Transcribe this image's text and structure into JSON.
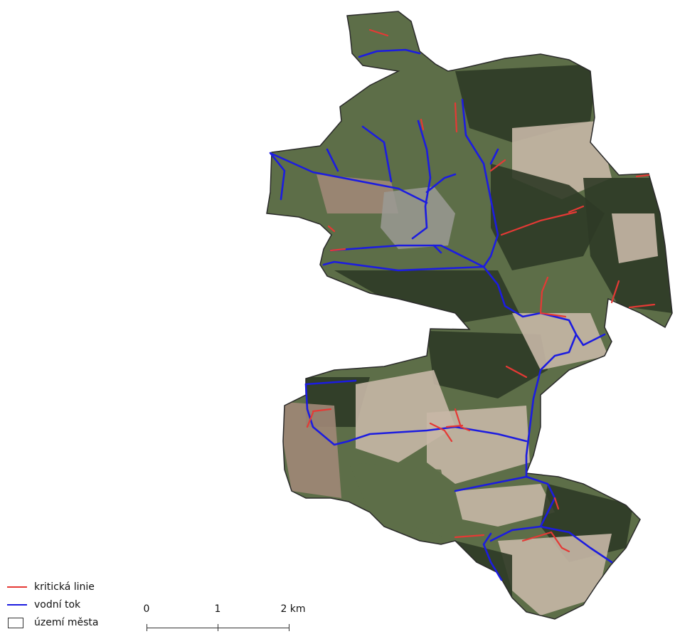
{
  "legend": {
    "items": [
      {
        "label": "kritická linie",
        "color": "#e53935",
        "symbol": "line"
      },
      {
        "label": "vodní tok",
        "color": "#1c1ce0",
        "symbol": "line"
      },
      {
        "label": "území města",
        "color": "#333333",
        "symbol": "box"
      }
    ]
  },
  "scalebar": {
    "labels": [
      "0",
      "1",
      "2 km"
    ]
  },
  "colors": {
    "forest": "#2e3a26",
    "meadow": "#5d6e48",
    "field_light": "#c7b7a6",
    "field_brown": "#a08777",
    "village": "#9a9a94",
    "boundary": "#2a2a2a",
    "stream": "#1c1ce0",
    "critical": "#e53935"
  }
}
